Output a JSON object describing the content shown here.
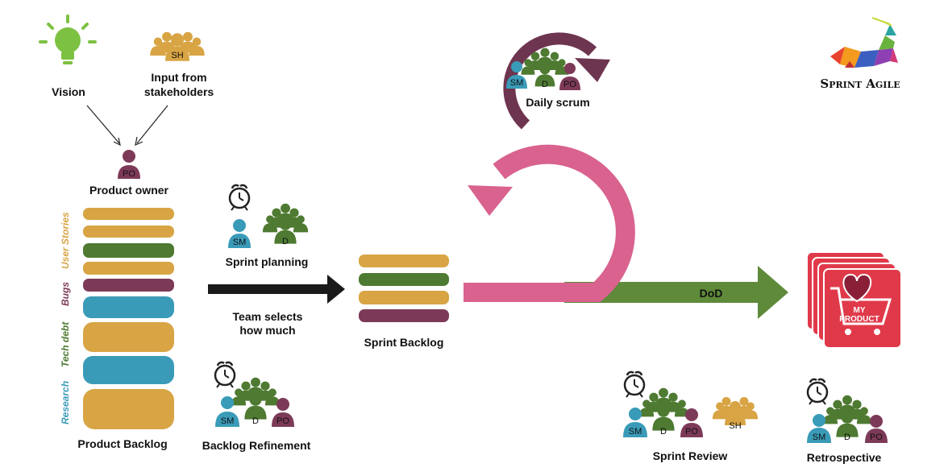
{
  "labels": {
    "vision": "Vision",
    "stakeholders_line1": "Input from",
    "stakeholders_line2": "stakeholders",
    "product_owner": "Product owner",
    "product_backlog": "Product Backlog",
    "sprint_planning": "Sprint planning",
    "team_selects_line1": "Team selects",
    "team_selects_line2": "how much",
    "sprint_backlog": "Sprint Backlog",
    "backlog_refinement": "Backlog Refinement",
    "daily_scrum": "Daily scrum",
    "dod": "DoD",
    "sprint_review": "Sprint Review",
    "retrospective": "Retrospective"
  },
  "backlog_categories": [
    "User Stories",
    "Bugs",
    "Tech debt",
    "Research"
  ],
  "role_tags": {
    "po": "PO",
    "sm": "SM",
    "dev": "D",
    "sh": "SH"
  },
  "product_card": {
    "line1": "MY",
    "line2": "PRODUCT"
  },
  "logo": {
    "text": "Sprint Agile"
  },
  "colors": {
    "gold": "#d8a444",
    "green": "#4e7a31",
    "maroon": "#7d3a58",
    "teal": "#3a9bb8",
    "pink": "#d9628f",
    "dark_maroon": "#6e3550",
    "dod_green": "#5e8a3a",
    "black_arrow": "#1a1a1a",
    "vision_green": "#7dc142",
    "product_red": "#e03a4a",
    "categories": [
      "#d8a444",
      "#7d3a58",
      "#4e7a31",
      "#3a9bb8"
    ]
  },
  "icons": [
    "lightbulb-icon",
    "stakeholder-group-icon",
    "person-icon",
    "people-group-icon",
    "clock-icon",
    "cart-icon",
    "heart-icon",
    "gazelle-logo-icon"
  ]
}
